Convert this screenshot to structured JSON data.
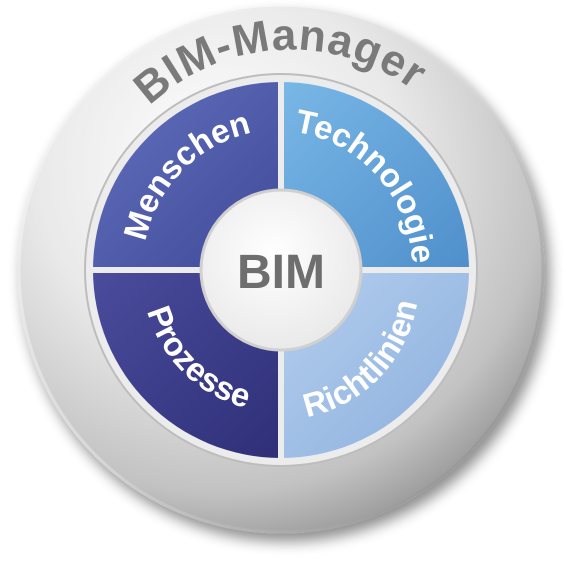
{
  "badge": {
    "ring_label": "BIM-Manager",
    "center_label": "BIM",
    "quadrants": {
      "top_left": "Menschen",
      "top_right": "Technologie",
      "bottom_left": "Prozesse",
      "bottom_right": "Richtlinien"
    }
  },
  "colors": {
    "ring_text": "#7a7a7a",
    "center_text": "#6e6e6e",
    "quadrant_text": "#ffffff",
    "top_left": "#4e5aa8",
    "top_right": "#5e9fd4",
    "bottom_left": "#3e3f8c",
    "bottom_right": "#9fbde3"
  }
}
